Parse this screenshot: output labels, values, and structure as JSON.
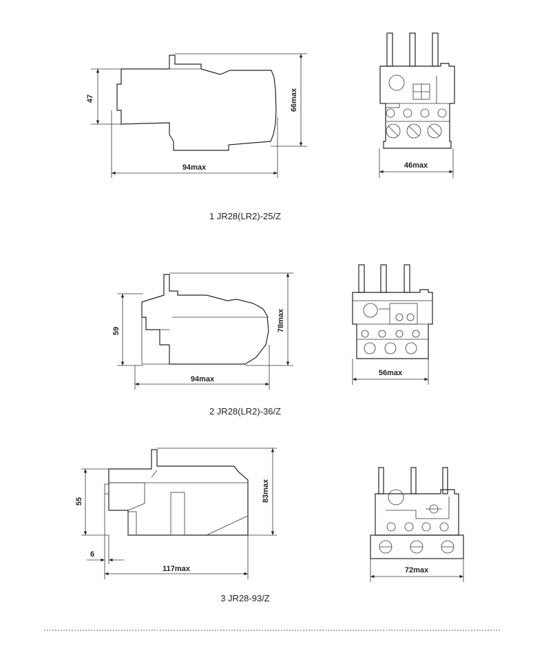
{
  "figures": [
    {
      "caption": "1 JR28(LR2)-25/Z",
      "side": {
        "height": "47",
        "overall_height": "66max",
        "width": "94max"
      },
      "front": {
        "width": "46max"
      }
    },
    {
      "caption": "2 JR28(LR2)-36/Z",
      "side": {
        "height": "59",
        "overall_height": "78max",
        "width": "94max"
      },
      "front": {
        "width": "56max"
      }
    },
    {
      "caption": "3 JR28-93/Z",
      "side": {
        "height": "55",
        "overall_height": "83max",
        "width": "117max",
        "offset": "6"
      },
      "front": {
        "width": "72max"
      }
    }
  ]
}
